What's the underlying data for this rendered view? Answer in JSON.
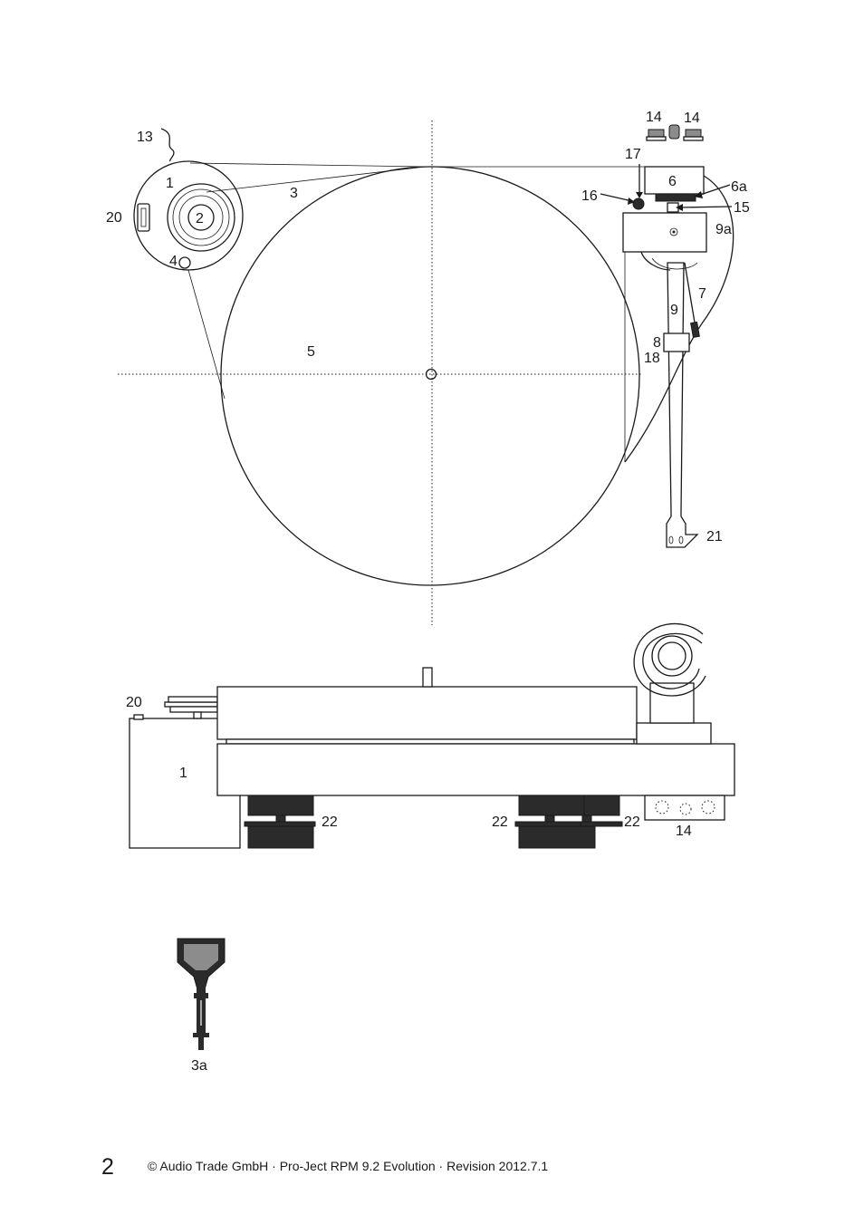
{
  "figure": {
    "top_view_labels": {
      "l13": "13",
      "l1": "1",
      "l20": "20",
      "l2": "2",
      "l4": "4",
      "l3": "3",
      "l5": "5",
      "l14a": "14",
      "l14b": "14",
      "l17": "17",
      "l6": "6",
      "l6a": "6a",
      "l16": "16",
      "l15": "15",
      "l9a": "9a",
      "l7": "7",
      "l9": "9",
      "l8": "8",
      "l18": "18",
      "l21": "21"
    },
    "side_view_labels": {
      "l20": "20",
      "l1": "1",
      "l22a": "22",
      "l22b": "22",
      "l22c": "22",
      "l14": "14"
    },
    "tool_label": "3a"
  },
  "footer": {
    "page_number": "2",
    "text": "© Audio Trade GmbH · Pro-Ject RPM 9.2 Evolution · Revision 2012.7.1"
  }
}
